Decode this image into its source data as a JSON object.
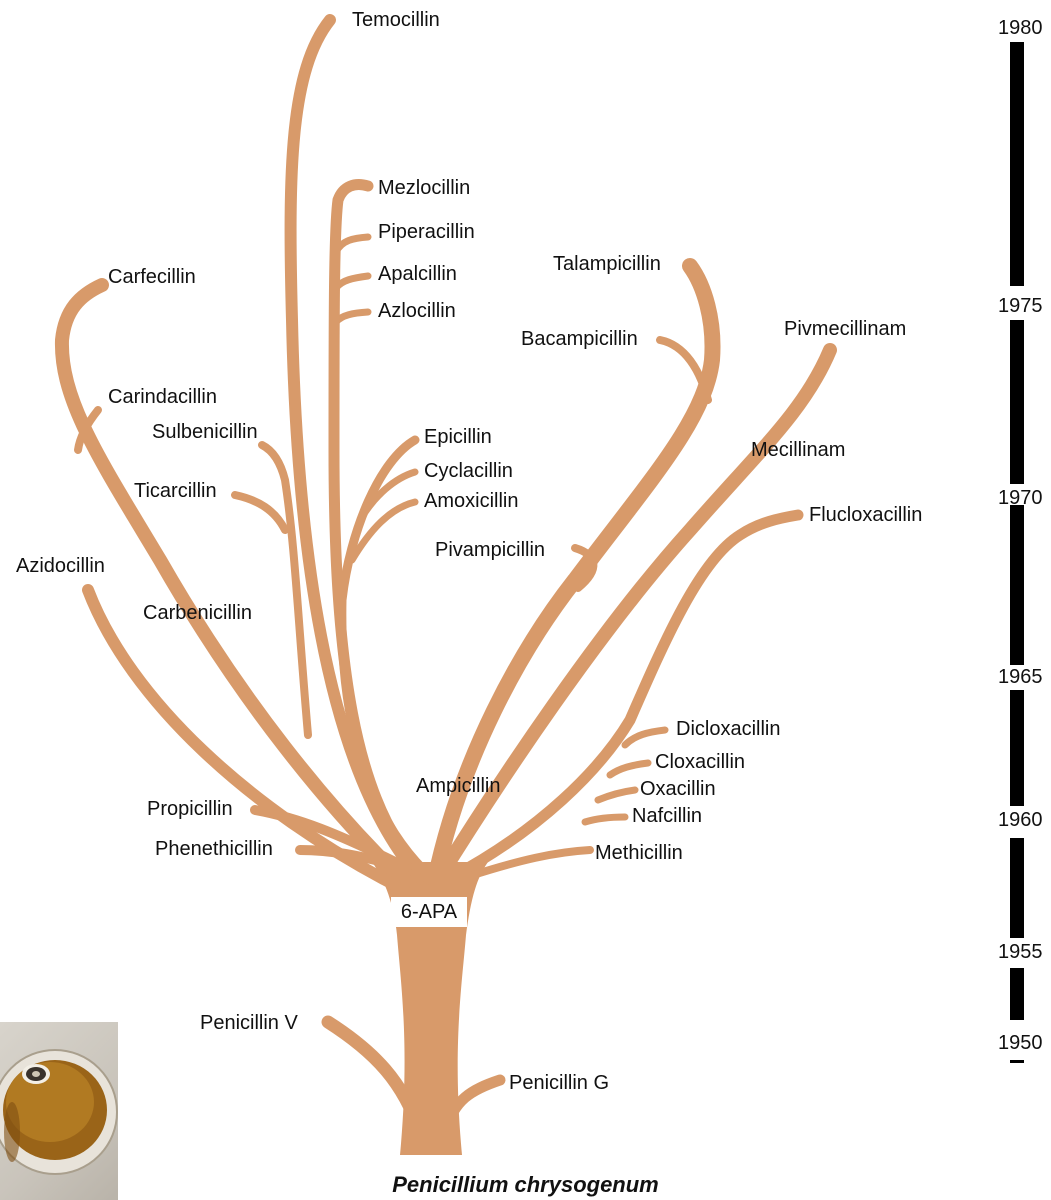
{
  "figure": {
    "root": "6-APA",
    "species": "Penicillium chrysogenum",
    "branch_color": "#D89A6A",
    "labels": {
      "temocillin": "Temocillin",
      "mezlocillin": "Mezlocillin",
      "piperacillin": "Piperacillin",
      "apalcillin": "Apalcillin",
      "azlocillin": "Azlocillin",
      "carfecillin": "Carfecillin",
      "talampicillin": "Talampicillin",
      "bacampicillin": "Bacampicillin",
      "pivmecillinam": "Pivmecillinam",
      "carindacillin": "Carindacillin",
      "sulbenicillin": "Sulbenicillin",
      "epicillin": "Epicillin",
      "cyclacillin": "Cyclacillin",
      "amoxicillin": "Amoxicillin",
      "mecillinam": "Mecillinam",
      "ticarcillin": "Ticarcillin",
      "flucloxacillin": "Flucloxacillin",
      "pivampicillin": "Pivampicillin",
      "azidocillin": "Azidocillin",
      "carbenicillin": "Carbenicillin",
      "dicloxacillin": "Dicloxacillin",
      "cloxacillin": "Cloxacillin",
      "oxacillin": "Oxacillin",
      "nafcillin": "Nafcillin",
      "methicillin": "Methicillin",
      "ampicillin": "Ampicillin",
      "propicillin": "Propicillin",
      "phenethicillin": "Phenethicillin",
      "penicillin_v": "Penicillin V",
      "penicillin_g": "Penicillin G"
    }
  },
  "timeline": {
    "years": [
      "1980",
      "1975",
      "1970",
      "1965",
      "1960",
      "1955",
      "1950"
    ]
  }
}
